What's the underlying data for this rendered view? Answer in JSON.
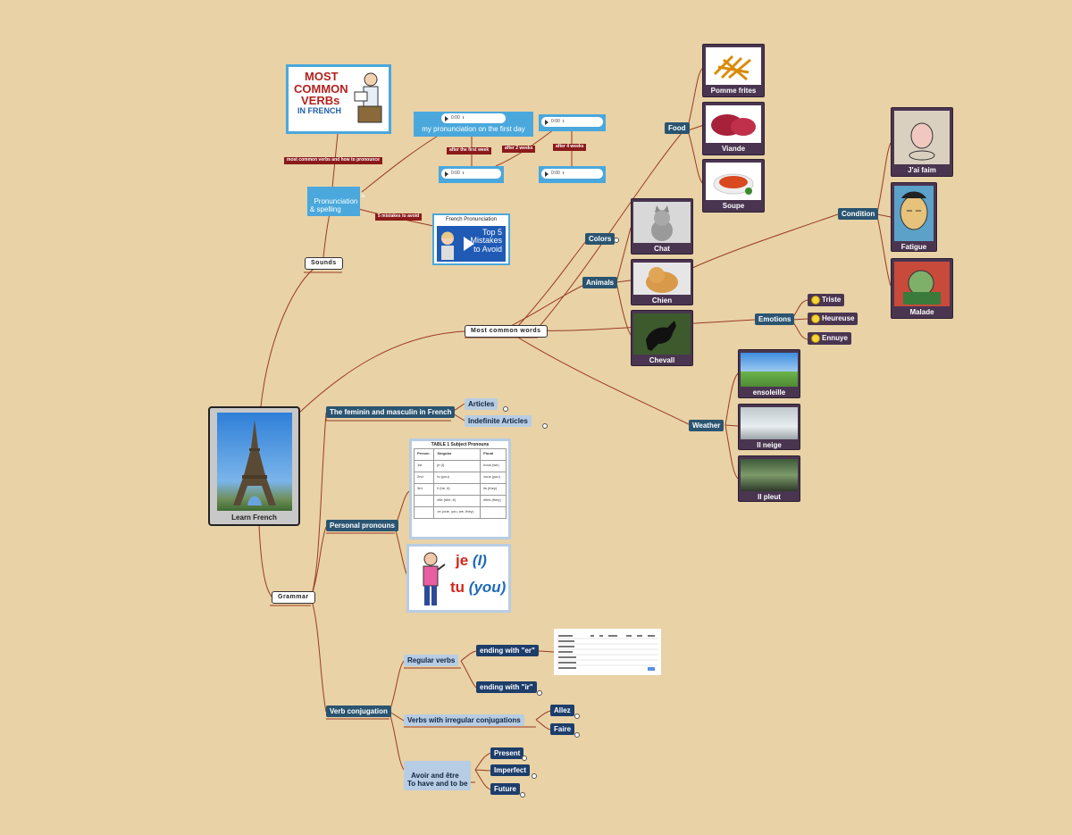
{
  "root": {
    "label": "Learn French",
    "image": "eiffel-tower"
  },
  "sounds": {
    "label": "Sounds",
    "pronunciation_label": "Pronunciation\n& spelling",
    "link_most_common": "most common verbs and how to pronounce",
    "link_mistakes": "5 mistakes to avoid",
    "verbs_image_text": [
      "MOST",
      "COMMON",
      "VERBs",
      "IN FRENCH"
    ],
    "my_pronunciation": "my pronunciation on the first day",
    "after_first_week": "after the first week",
    "after_2_weeks": "after 2 weeks",
    "after_4_weeks": "after 4 weeks",
    "audio_time": "0:00",
    "video_title": "French Pronunciation",
    "video_text": [
      "Top 5",
      "Mistakes",
      "to Avoid"
    ]
  },
  "words": {
    "label": "Most common words",
    "food": {
      "label": "Food",
      "items": [
        "Pomme frites",
        "Viande",
        "Soupe"
      ]
    },
    "colors": {
      "label": "Colors"
    },
    "animals": {
      "label": "Animals",
      "items": [
        "Chat",
        "Chien",
        "Chevall"
      ]
    },
    "condition": {
      "label": "Condition",
      "items": [
        "J'ai faim",
        "Fatigue",
        "Malade"
      ]
    },
    "emotions": {
      "label": "Emotions",
      "items": [
        "Triste",
        "Heureuse",
        "Ennuye"
      ]
    },
    "weather": {
      "label": "Weather",
      "items": [
        "ensoleille",
        "Il neige",
        "Il pleut"
      ]
    }
  },
  "grammar": {
    "label": "Grammar",
    "feminin": "The feminin and masculin in French",
    "articles": "Articles",
    "indefinite": "Indefinite Articles",
    "personal_pronouns": "Personal pronouns",
    "pronouns_table": {
      "title": "TABLE 1 Subject Pronouns",
      "headers": [
        "Person",
        "Singular",
        "Plural"
      ],
      "rows": [
        [
          "1st",
          "je (I)",
          "nous (we)"
        ],
        [
          "2nd",
          "tu (you)",
          "vous (you)"
        ],
        [
          "3rd",
          "il (he, it)",
          "ils (they)"
        ],
        [
          "",
          "elle (she, it)",
          "elles (they)"
        ],
        [
          "",
          "on (one, you, we, they)",
          ""
        ]
      ]
    },
    "je_tu": {
      "je": "je",
      "i": "(I)",
      "tu": "tu",
      "you": "(you)"
    },
    "verb_conjugation": "Verb conjugation",
    "regular_verbs": "Regular verbs",
    "ending_er": "ending with \"er\"",
    "ending_ir": "ending with \"ir\"",
    "irregular": "Verbs with irregular conjugations",
    "allez": "Allez",
    "faire": "Faire",
    "avoir_etre": "Avoir and être\nTo have and to be",
    "present": "Present",
    "imperfect": "Imperfect",
    "future": "Future"
  },
  "colors": {
    "background": "#e8d2a6",
    "link": "#9b3b22",
    "dark_node": "#2a5470",
    "pic_node": "#4a3550",
    "audio": "#4aa8dc"
  }
}
